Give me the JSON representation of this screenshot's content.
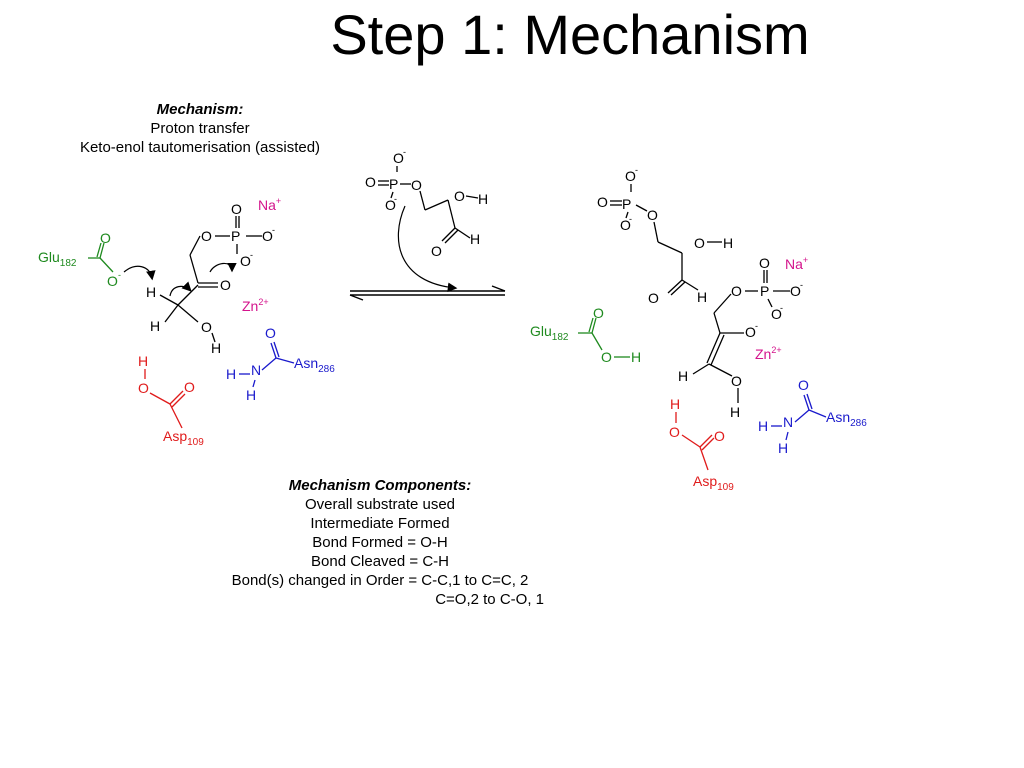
{
  "title": "Step 1: Mechanism",
  "mechanism": {
    "heading": "Mechanism:",
    "lines": [
      "Proton transfer",
      "Keto-enol tautomerisation (assisted)"
    ]
  },
  "components": {
    "heading": "Mechanism Components:",
    "lines": [
      "Overall substrate used",
      "Intermediate Formed",
      "Bond Formed = O-H",
      "Bond Cleaved = C-H",
      "Bond(s) changed in Order = C-C,1 to C=C, 2",
      "C=O,2 to C-O, 1"
    ]
  },
  "residues": {
    "glu": "Glu",
    "glu_sub": "182",
    "asn": "Asn",
    "asn_sub": "286",
    "asp": "Asp",
    "asp_sub": "109",
    "na": "Na",
    "zn": "Zn"
  },
  "colors": {
    "glu": "#1f8a1f",
    "asn": "#1a1acc",
    "asp": "#e01b1b",
    "metal": "#d4148c"
  }
}
